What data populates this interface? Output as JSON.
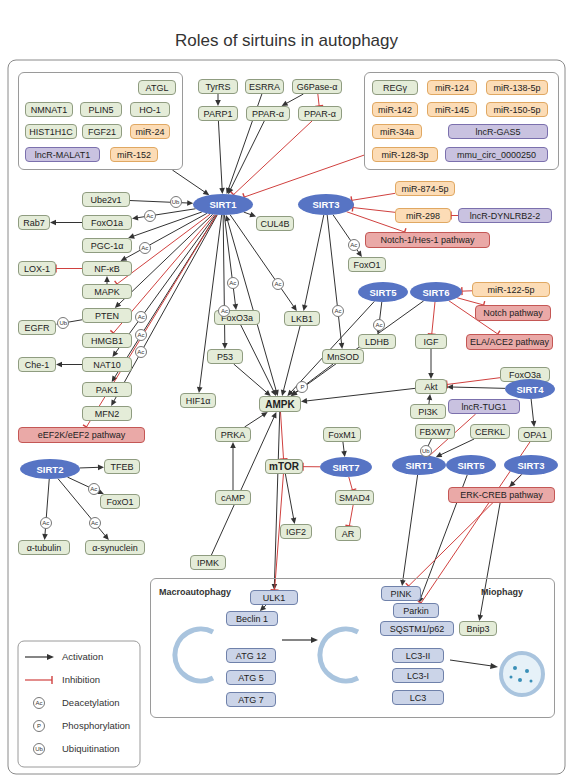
{
  "diagram": {
    "title": "Roles of sirtuins in autophagy",
    "nodes": [
      {
        "text": []
      },
      {
        "text": [
          "ATGL"
        ],
        "in": 0
      },
      {
        "text": [
          "NMNAT1"
        ],
        "in": 0
      },
      {
        "text": [
          "PLIN5"
        ],
        "in": 0
      },
      {
        "text": [
          "HO-1"
        ],
        "in": 0
      },
      {
        "text": [
          "HIST1H1C"
        ],
        "in": 0
      },
      {
        "text": [
          "FGF21"
        ],
        "in": 0
      },
      {
        "text": [
          "miR-24"
        ],
        "in": 0
      },
      {
        "text": [
          "lncR-MALAT1"
        ],
        "in": 0
      },
      {
        "text": [
          "miR-152"
        ],
        "in": 0
      },
      {
        "text": [
          "TyrRS"
        ]
      },
      {
        "text": [
          "ESRRA"
        ]
      },
      {
        "text": [
          "G6Pase-α"
        ]
      },
      {
        "text": [
          "PARP1"
        ]
      },
      {
        "text": [
          "PPAR-α"
        ]
      },
      {
        "text": [
          "PPAR-α"
        ]
      },
      {
        "text": []
      },
      {
        "text": [
          "REGγ"
        ],
        "in": 16
      },
      {
        "text": [
          "miR-124"
        ],
        "in": 16
      },
      {
        "text": [
          "miR-138-5p"
        ],
        "in": 16
      },
      {
        "text": [
          "miR-142"
        ],
        "in": 16
      },
      {
        "text": [
          "miR-145"
        ],
        "in": 16
      },
      {
        "text": [
          "miR-150-5p"
        ],
        "in": 16
      },
      {
        "text": [
          "miR-34a"
        ],
        "in": 16
      },
      {
        "text": [
          "lncR-GAS5"
        ],
        "in": 16
      },
      {
        "text": [
          "miR-128-3p"
        ],
        "in": 16
      },
      {
        "text": [
          "mmu_circ_0000250"
        ],
        "in": 16
      },
      {
        "text": [
          "Ube2v1"
        ]
      },
      {
        "text": [
          "SIRT1"
        ]
      },
      {
        "text": [
          "SIRT3"
        ]
      },
      {
        "text": [
          "miR-874-5p"
        ]
      },
      {
        "text": [
          "Rab7"
        ]
      },
      {
        "text": [
          "FoxO1a"
        ]
      },
      {
        "text": [
          "CUL4B"
        ]
      },
      {
        "text": [
          "miR-298"
        ]
      },
      {
        "text": [
          "lncR-DYNLRB2-2"
        ]
      },
      {
        "text": [
          "PGC-1α"
        ]
      },
      {
        "text": [
          "Notch-1/Hes-1 pathway"
        ]
      },
      {
        "text": [
          "FoxO1"
        ]
      },
      {
        "text": [
          "LOX-1"
        ]
      },
      {
        "text": [
          "NF-κB"
        ]
      },
      {
        "text": [
          "SIRT5"
        ]
      },
      {
        "text": [
          "SIRT6"
        ]
      },
      {
        "text": [
          "miR-122-5p"
        ]
      },
      {
        "text": [
          "MAPK"
        ]
      },
      {
        "text": [
          "PTEN"
        ]
      },
      {
        "text": [
          "FoxO3a"
        ]
      },
      {
        "text": [
          "LKB1"
        ]
      },
      {
        "text": [
          "Notch pathway"
        ]
      },
      {
        "text": [
          "EGFR"
        ]
      },
      {
        "text": [
          "HMGB1"
        ]
      },
      {
        "text": [
          "LDHB"
        ]
      },
      {
        "text": [
          "IGF"
        ]
      },
      {
        "text": [
          "ELA/ACE2 pathway"
        ]
      },
      {
        "text": [
          "P53"
        ]
      },
      {
        "text": [
          "MnSOD"
        ]
      },
      {
        "text": [
          "Che-1"
        ]
      },
      {
        "text": [
          "NAT10"
        ]
      },
      {
        "text": [
          "FoxO3a"
        ]
      },
      {
        "text": [
          "PAK1"
        ]
      },
      {
        "text": [
          "Akt"
        ]
      },
      {
        "text": [
          "SIRT4"
        ]
      },
      {
        "text": [
          "HIF1α"
        ]
      },
      {
        "text": [
          "AMPK"
        ]
      },
      {
        "text": [
          "PI3K"
        ]
      },
      {
        "text": [
          "lncR-TUG1"
        ]
      },
      {
        "text": [
          "MFN2"
        ]
      },
      {
        "text": [
          "eEF2K/eEF2 pathway"
        ]
      },
      {
        "text": [
          "PRKA"
        ]
      },
      {
        "text": [
          "FoxM1"
        ]
      },
      {
        "text": [
          "FBXW7"
        ]
      },
      {
        "text": [
          "CERKL"
        ]
      },
      {
        "text": [
          "OPA1"
        ]
      },
      {
        "text": [
          "SIRT2"
        ]
      },
      {
        "text": [
          "TFEB"
        ]
      },
      {
        "text": [
          "mTOR"
        ]
      },
      {
        "text": [
          "SIRT7"
        ]
      },
      {
        "text": [
          "SIRT1"
        ]
      },
      {
        "text": [
          "SIRT5"
        ]
      },
      {
        "text": [
          "SIRT3"
        ]
      },
      {
        "text": [
          "cAMP"
        ]
      },
      {
        "text": [
          "SMAD4"
        ]
      },
      {
        "text": [
          "ERK-CREB pathway"
        ]
      },
      {
        "text": [
          "FoxO1"
        ]
      },
      {
        "text": [
          "IGF2"
        ]
      },
      {
        "text": [
          "AR"
        ]
      },
      {
        "text": [
          "α-tubulin"
        ]
      },
      {
        "text": [
          "α-synuclein"
        ]
      },
      {
        "text": [
          "IPMK"
        ]
      },
      {
        "text": [
          "Macroautophagy",
          "Miophagy"
        ]
      },
      {
        "text": [
          "ULK1"
        ],
        "in": 89
      },
      {
        "text": [
          "PINK"
        ],
        "in": 89
      },
      {
        "text": [
          "Parkin"
        ],
        "in": 89
      },
      {
        "text": [
          "Beclin 1"
        ],
        "in": 89
      },
      {
        "text": [
          "SQSTM1/p62"
        ],
        "in": 89
      },
      {
        "text": [
          "Bnip3"
        ],
        "in": 89
      },
      {
        "text": [
          "LC3-II"
        ],
        "in": 89
      },
      {
        "text": [
          "ATG 12"
        ],
        "in": 89
      },
      {
        "text": [
          "LC3-I"
        ],
        "in": 89
      },
      {
        "text": [
          "ATG 5"
        ],
        "in": 89
      },
      {
        "text": [
          "LC3"
        ],
        "in": 89
      },
      {
        "text": [
          "ATG 7"
        ],
        "in": 89
      }
    ],
    "edges": [
      {
        "from": 0,
        "to": 28,
        "arrow": "to"
      },
      {
        "from": 10,
        "to": 13,
        "arrow": "to"
      },
      {
        "from": 13,
        "to": 28,
        "arrow": "to"
      },
      {
        "from": 11,
        "to": 28,
        "arrow": "to"
      },
      {
        "from": 12,
        "to": 14,
        "arrow": "to"
      },
      {
        "from": 12,
        "to": 15,
        "arrow": "to"
      },
      {
        "from": 14,
        "to": 28,
        "arrow": "to"
      },
      {
        "from": 15,
        "to": 28,
        "arrow": "to"
      },
      {
        "from": 16,
        "to": 28,
        "arrow": "to"
      },
      {
        "from": 27,
        "to": 28,
        "arrow": "to",
        "label": "Ub"
      },
      {
        "from": 28,
        "to": 32,
        "arrow": "to",
        "label": "Ac"
      },
      {
        "from": 32,
        "to": 31,
        "arrow": "to"
      },
      {
        "from": 28,
        "to": 36,
        "arrow": "to"
      },
      {
        "from": 28,
        "to": 40,
        "arrow": "to",
        "label": "Ac"
      },
      {
        "from": 40,
        "to": 39,
        "arrow": "to"
      },
      {
        "from": 44,
        "to": 40,
        "arrow": "to"
      },
      {
        "from": 28,
        "to": 44,
        "arrow": "to"
      },
      {
        "from": 28,
        "to": 45,
        "arrow": "to"
      },
      {
        "from": 45,
        "to": 49,
        "arrow": "to",
        "label": "Ub"
      },
      {
        "from": 28,
        "to": 50,
        "arrow": "to"
      },
      {
        "from": 28,
        "to": 57,
        "arrow": "to",
        "label": "Ac"
      },
      {
        "from": 57,
        "to": 56,
        "arrow": "to"
      },
      {
        "from": 28,
        "to": 59,
        "arrow": "to",
        "label": "Ac"
      },
      {
        "from": 28,
        "to": 66,
        "arrow": "to",
        "label": "Ac"
      },
      {
        "from": 28,
        "to": 67,
        "arrow": "to"
      },
      {
        "from": 28,
        "to": 33,
        "arrow": "to"
      },
      {
        "from": 28,
        "to": 46,
        "arrow": "to",
        "label": "Ac"
      },
      {
        "from": 28,
        "to": 47,
        "arrow": "to",
        "label": "Ac"
      },
      {
        "from": 28,
        "to": 54,
        "arrow": "to",
        "label": "Ac"
      },
      {
        "from": 28,
        "to": 62,
        "arrow": "to"
      },
      {
        "from": 28,
        "to": 63,
        "arrow": "both"
      },
      {
        "from": 30,
        "to": 29,
        "arrow": "to"
      },
      {
        "from": 34,
        "to": 29,
        "arrow": "to"
      },
      {
        "from": 35,
        "to": 34,
        "arrow": "to"
      },
      {
        "from": 29,
        "to": 37,
        "arrow": "to"
      },
      {
        "from": 29,
        "to": 38,
        "arrow": "to",
        "label": "Ac"
      },
      {
        "from": 29,
        "to": 47,
        "arrow": "to"
      },
      {
        "from": 29,
        "to": 55,
        "arrow": "to",
        "label": "Ac"
      },
      {
        "from": 55,
        "to": 63,
        "arrow": "to",
        "label": "P"
      },
      {
        "from": 41,
        "to": 51,
        "arrow": "to",
        "label": "Ac"
      },
      {
        "from": 41,
        "to": 63,
        "arrow": "to"
      },
      {
        "from": 43,
        "to": 42,
        "arrow": "to"
      },
      {
        "from": 42,
        "to": 48,
        "arrow": "to"
      },
      {
        "from": 42,
        "to": 53,
        "arrow": "to"
      },
      {
        "from": 42,
        "to": 52,
        "arrow": "to"
      },
      {
        "from": 52,
        "to": 60,
        "arrow": "to"
      },
      {
        "from": 58,
        "to": 60,
        "arrow": "to"
      },
      {
        "from": 61,
        "to": 60,
        "arrow": "to"
      },
      {
        "from": 61,
        "to": 72,
        "arrow": "to"
      },
      {
        "from": 64,
        "to": 60,
        "arrow": "to"
      },
      {
        "from": 60,
        "to": 63,
        "arrow": "to"
      },
      {
        "from": 42,
        "to": 63,
        "arrow": "to"
      },
      {
        "from": 65,
        "to": 77,
        "arrow": "to"
      },
      {
        "from": 70,
        "to": 77,
        "arrow": "to",
        "label": "Ub"
      },
      {
        "from": 71,
        "to": 77,
        "arrow": "to"
      },
      {
        "from": 47,
        "to": 63,
        "arrow": "to"
      },
      {
        "from": 46,
        "to": 63,
        "arrow": "to"
      },
      {
        "from": 54,
        "to": 63,
        "arrow": "to"
      },
      {
        "from": 68,
        "to": 63,
        "arrow": "to"
      },
      {
        "from": 80,
        "to": 68,
        "arrow": "to"
      },
      {
        "from": 88,
        "to": 63,
        "arrow": "to"
      },
      {
        "from": 63,
        "to": 75,
        "arrow": "to"
      },
      {
        "from": 63,
        "to": 90,
        "arrow": "to"
      },
      {
        "from": 75,
        "to": 90,
        "arrow": "to"
      },
      {
        "from": 76,
        "to": 75,
        "arrow": "to"
      },
      {
        "from": 69,
        "to": 76,
        "arrow": "to"
      },
      {
        "from": 76,
        "to": 81,
        "arrow": "to"
      },
      {
        "from": 81,
        "to": 85,
        "arrow": "to"
      },
      {
        "from": 75,
        "to": 84,
        "arrow": "to"
      },
      {
        "from": 73,
        "to": 74,
        "arrow": "to"
      },
      {
        "from": 73,
        "to": 83,
        "arrow": "to",
        "label": "Ac"
      },
      {
        "from": 73,
        "to": 86,
        "arrow": "to",
        "label": "Ac"
      },
      {
        "from": 73,
        "to": 87,
        "arrow": "to",
        "label": "Ac"
      },
      {
        "from": 77,
        "to": 91,
        "arrow": "to"
      },
      {
        "from": 78,
        "to": 92,
        "arrow": "to"
      },
      {
        "from": 79,
        "to": 91,
        "arrow": "to"
      },
      {
        "from": 79,
        "to": 82,
        "arrow": "to"
      },
      {
        "from": 82,
        "to": 95,
        "arrow": "to"
      },
      {
        "from": 72,
        "to": 92,
        "arrow": "to"
      },
      {
        "from": 90,
        "to": 93,
        "arrow": "to"
      }
    ],
    "labels": [
      "Ac",
      "P",
      "Ub"
    ],
    "legend": [
      {
        "text": "Activation"
      },
      {
        "text": "Inhibition"
      },
      {
        "text": "Deacetylation"
      },
      {
        "text": "Phosphorylation"
      },
      {
        "text": "Ubiquitination"
      }
    ]
  }
}
